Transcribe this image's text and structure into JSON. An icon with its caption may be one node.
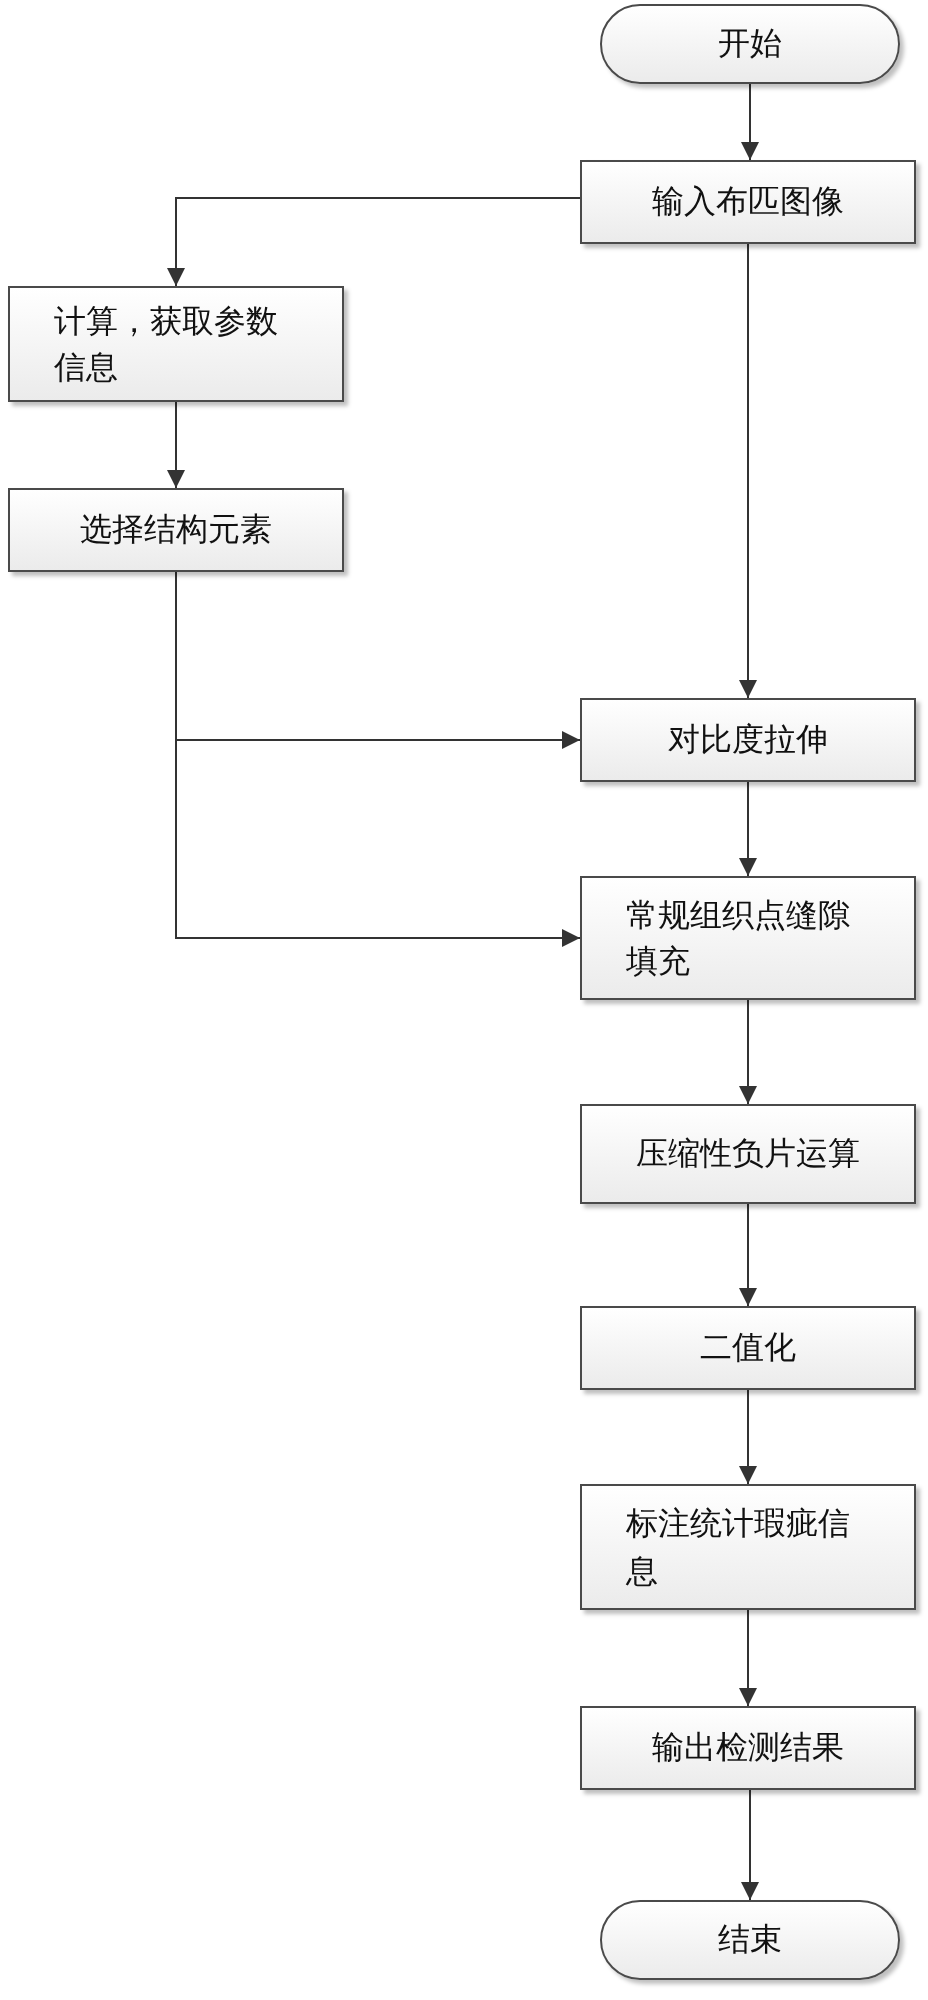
{
  "diagram": {
    "nodes": [
      {
        "text": [
          "开始"
        ]
      },
      {
        "text": [
          "输入布匹图像"
        ]
      },
      {
        "text": [
          "计算，获取参数信息"
        ]
      },
      {
        "text": [
          "选择结构元素"
        ]
      },
      {
        "text": [
          "对比度拉伸"
        ]
      },
      {
        "text": [
          "常规组织点缝隙填充"
        ]
      },
      {
        "text": [
          "压缩性负片运算"
        ]
      },
      {
        "text": [
          "二值化"
        ]
      },
      {
        "text": [
          "标注统计瑕疵信息"
        ]
      },
      {
        "text": [
          "输出检测结果"
        ]
      },
      {
        "text": [
          "结束"
        ]
      }
    ],
    "edges": [
      {
        "from": 0,
        "to": 1,
        "arrow": "to"
      },
      {
        "from": 1,
        "to": 2,
        "arrow": "to"
      },
      {
        "from": 1,
        "to": 4,
        "arrow": "to"
      },
      {
        "from": 2,
        "to": 3,
        "arrow": "to"
      },
      {
        "from": 3,
        "to": 4,
        "arrow": "to"
      },
      {
        "from": 3,
        "to": 5,
        "arrow": "to"
      },
      {
        "from": 4,
        "to": 5,
        "arrow": "to"
      },
      {
        "from": 5,
        "to": 6,
        "arrow": "to"
      },
      {
        "from": 6,
        "to": 7,
        "arrow": "to"
      },
      {
        "from": 7,
        "to": 8,
        "arrow": "to"
      },
      {
        "from": 8,
        "to": 9,
        "arrow": "to"
      },
      {
        "from": 9,
        "to": 10,
        "arrow": "to"
      }
    ]
  }
}
